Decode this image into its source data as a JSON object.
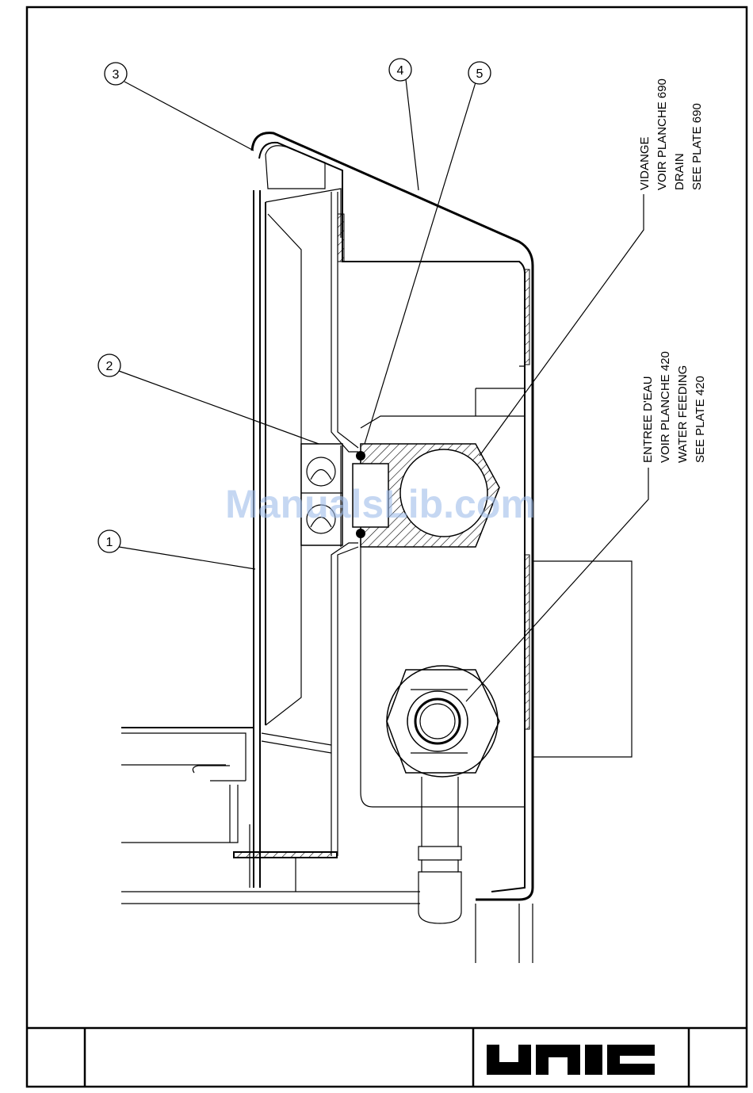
{
  "callouts": [
    {
      "id": "1",
      "label": "1"
    },
    {
      "id": "2",
      "label": "2"
    },
    {
      "id": "3",
      "label": "3"
    },
    {
      "id": "4",
      "label": "4"
    },
    {
      "id": "5",
      "label": "5"
    }
  ],
  "notes": {
    "drain": [
      "VIDANGE",
      "VOIR PLANCHE 690",
      "DRAIN",
      "SEE PLATE 690"
    ],
    "water": [
      "ENTREE D'EAU",
      "VOIR PLANCHE 420",
      "WATER FEEDING",
      "SEE PLATE 420"
    ]
  },
  "watermark": "ManualsLib.com",
  "brand": {
    "logo_text": "UNIC"
  }
}
